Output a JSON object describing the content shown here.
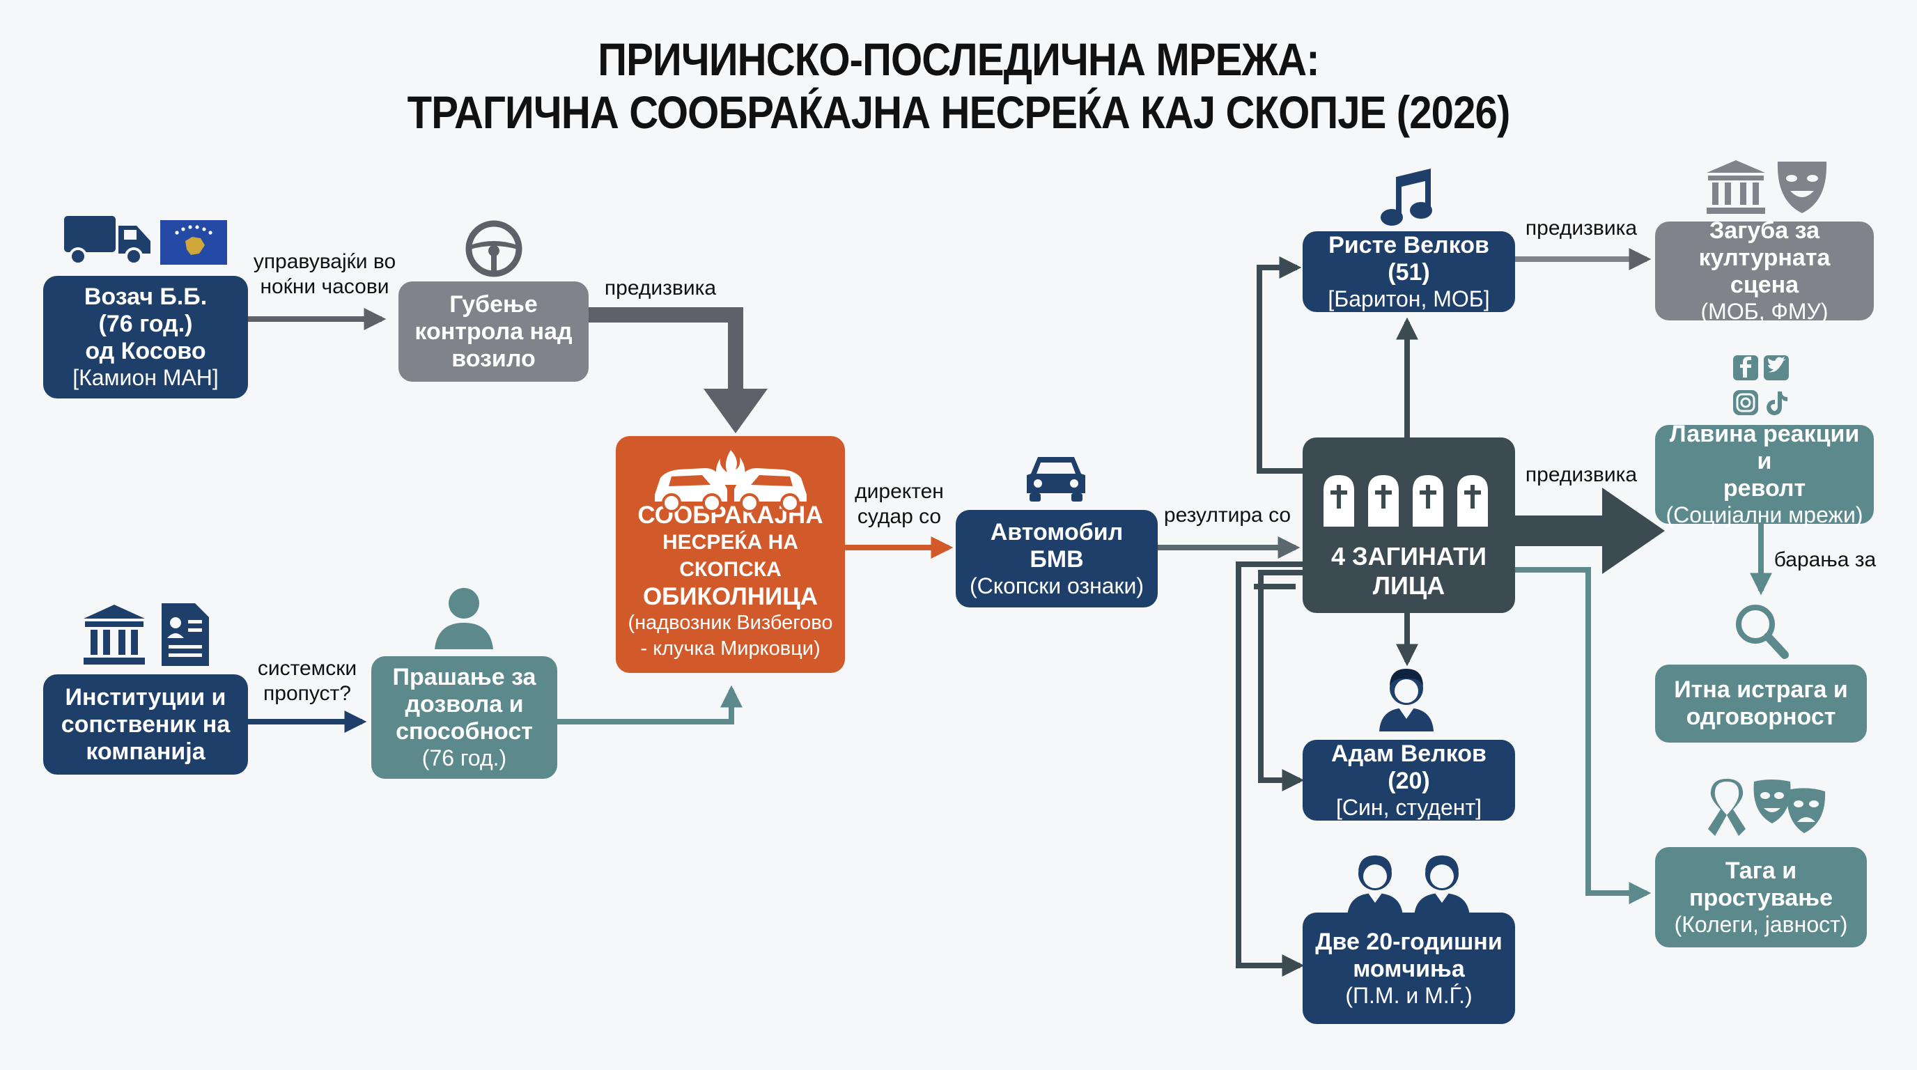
{
  "title": {
    "line1": "ПРИЧИНСКО-ПОСЛЕДИЧНА МРЕЖА:",
    "line2": "ТРАГИЧНА СООБРАЌАЈНА НЕСРЕЌА КАЈ СКОПЈЕ (2026)"
  },
  "nodes": {
    "driver": {
      "line1": "Возач Б.Б.",
      "line2": "(76 год.)",
      "line3": "од Косово",
      "line4": "[Камион МАН]"
    },
    "lost_control": {
      "line1": "Губење",
      "line2": "контрола над",
      "line3": "возило"
    },
    "institutions": {
      "line1": "Институции и",
      "line2": "сопственик на",
      "line3": "компанија"
    },
    "permit": {
      "line1": "Прашање за",
      "line2": "дозвола и",
      "line3": "способност",
      "line4": "(76 год.)"
    },
    "accident": {
      "line1": "СООБРАЌАЈНА",
      "line2": "НЕСРЕЌА НА СКОПСКА",
      "line3": "ОБИКОЛНИЦА",
      "line4": "(надвозник Визбегово",
      "line5": "- клучка Мирковци)"
    },
    "bmw": {
      "line1": "Автомобил",
      "line2": "БМВ",
      "line3": "(Скопски ознаки)"
    },
    "dead": {
      "line1": "4 ЗАГИНАТИ",
      "line2": "ЛИЦА"
    },
    "riste": {
      "line1": "Ристе Велков (51)",
      "line2": "[Баритон, МОБ]"
    },
    "adam": {
      "line1": "Адам Велков (20)",
      "line2": "[Син, студент]"
    },
    "boys": {
      "line1": "Две 20-годишни",
      "line2": "момчиња",
      "line3": "(П.М. и М.Ѓ.)"
    },
    "culture": {
      "line1": "Загуба за",
      "line2": "културната сцена",
      "line3": "(МОБ, ФМУ)"
    },
    "reactions": {
      "line1": "Лавина реакции и",
      "line2": "револт",
      "line3": "(Социјални мрежи)"
    },
    "investigation": {
      "line1": "Итна истрага и",
      "line2": "одговорност"
    },
    "grief": {
      "line1": "Тага и",
      "line2": "простување",
      "line3": "(Колеги, јавност)"
    }
  },
  "edges": {
    "driving_at_night_1": "управувајќи во",
    "driving_at_night_2": "ноќни часови",
    "causes_1": "предизвика",
    "systemic_1": "системски",
    "systemic_2": "пропуст?",
    "direct_1": "директен",
    "direct_2": "судар со",
    "results": "резултира со",
    "causes_2": "предизвика",
    "causes_3": "предизвика",
    "demands": "барања за"
  },
  "colors": {
    "navy": "#1f3f6b",
    "gray": "#80848a",
    "teal": "#5c8a8c",
    "dark": "#3c4a52",
    "orange": "#d2592a"
  },
  "icons": [
    "truck-icon",
    "kosovo-flag-icon",
    "steering-wheel-icon",
    "institution-icon",
    "document-icon",
    "person-icon",
    "car-crash-icon",
    "car-icon",
    "tombstone-icon",
    "music-note-icon",
    "theater-icon",
    "social-media-icon",
    "magnifier-icon",
    "ribbon-icon",
    "masks-icon",
    "student-icon",
    "two-people-icon"
  ]
}
